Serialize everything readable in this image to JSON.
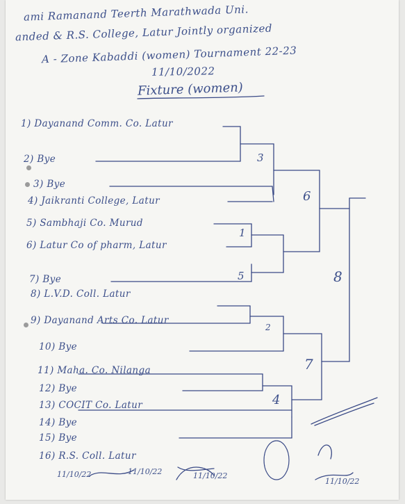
{
  "header": {
    "line1": "ami Ramanand Teerth Marathwada Uni.",
    "line2": "anded & R.S. College, Latur Jointly organized",
    "line3": "A - Zone Kabaddi (women) Tournament 22-23",
    "date": "11/10/2022",
    "title": "Fixture (women)"
  },
  "teams": [
    "1) Dayanand Comm. Co. Latur",
    "2) Bye",
    "3) Bye",
    "4) Jaikranti College, Latur",
    "5) Sambhaji Co. Murud",
    "6) Latur Co of pharm, Latur",
    "7) Bye",
    "8) L.V.D. Coll. Latur",
    "9) Dayanand Arts Co. Latur",
    "10) Bye",
    "11) Maha. Co. Nilanga",
    "12) Bye",
    "13) COCIT Co. Latur",
    "14) Bye",
    "15) Bye",
    "16) R.S. Coll. Latur"
  ],
  "matches": [
    "3",
    "6",
    "1",
    "5",
    "8",
    "2",
    "7",
    "4"
  ],
  "signatures": [
    "11/10/22",
    "11/10/22",
    "11/10/22",
    "11/10/22"
  ]
}
